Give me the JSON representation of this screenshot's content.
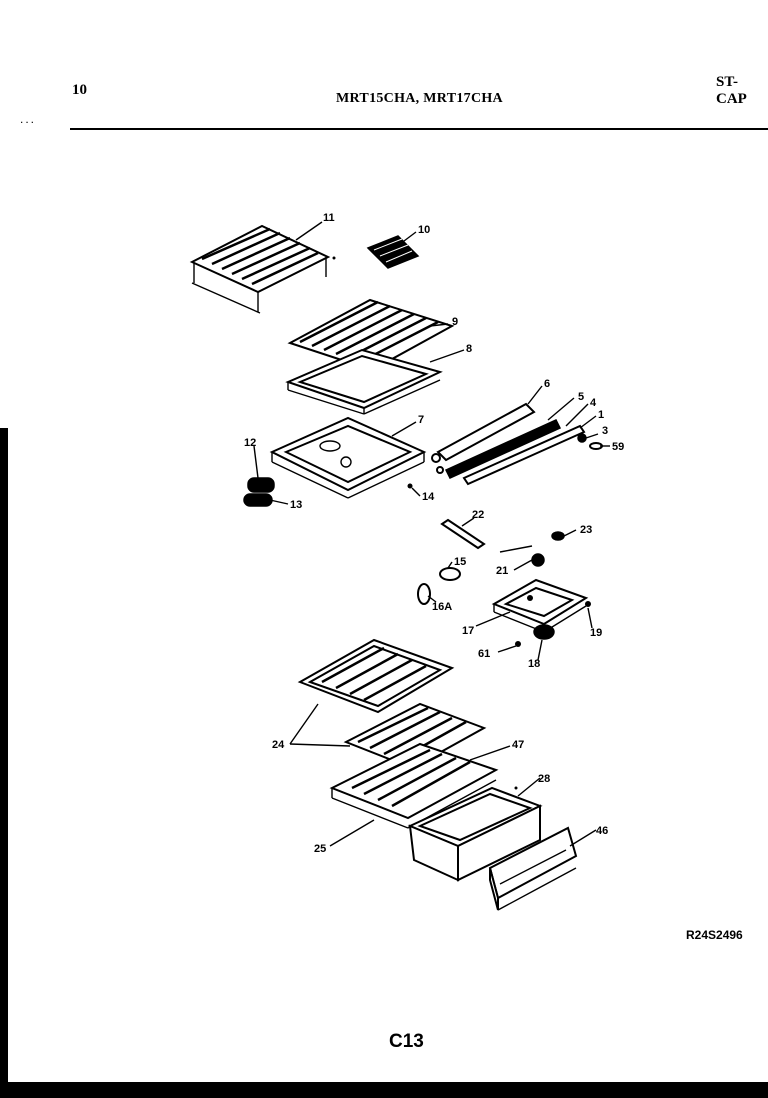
{
  "header": {
    "page_number": "10",
    "models": "MRT15CHA, MRT17CHA",
    "section_code": "ST-CAP",
    "dots": "..."
  },
  "footer": {
    "reference": "R24S2496",
    "page_code": "C13"
  },
  "callouts": [
    "11",
    "10",
    "9",
    "8",
    "6",
    "5",
    "4",
    "1",
    "3",
    "59",
    "7",
    "12",
    "13",
    "14",
    "22",
    "23",
    "15",
    "21",
    "16A",
    "17",
    "19",
    "61",
    "18",
    "24",
    "47",
    "28",
    "25",
    "46"
  ]
}
